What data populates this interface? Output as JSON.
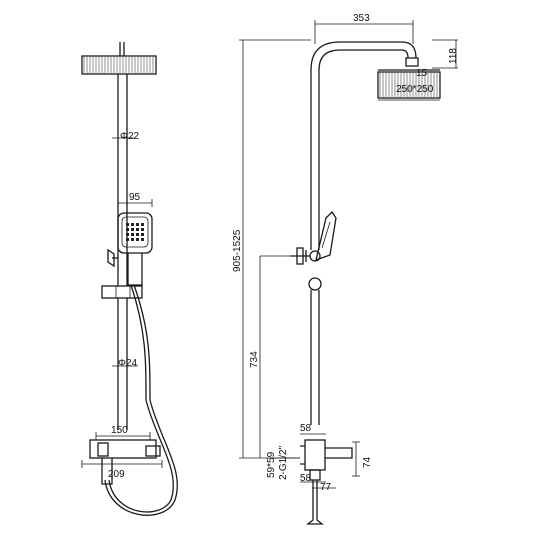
{
  "front_view": {
    "pipe_diameter_upper": "Φ22",
    "handheld_width": "95",
    "hose_diameter": "Φ24",
    "mixer_width_top": "150",
    "mixer_width_bottom": "209"
  },
  "side_view": {
    "arm_reach": "353",
    "head_height": "118",
    "head_size": "250*250",
    "head_offset": "15",
    "total_height": "905-1525",
    "outlet_height": "734",
    "mixer_depth": "58",
    "inlet_size": "59*59",
    "thread_spec": "2-G1/2\"",
    "mixer_height": "74",
    "bottom_depth": "58",
    "spout_reach": "77"
  }
}
